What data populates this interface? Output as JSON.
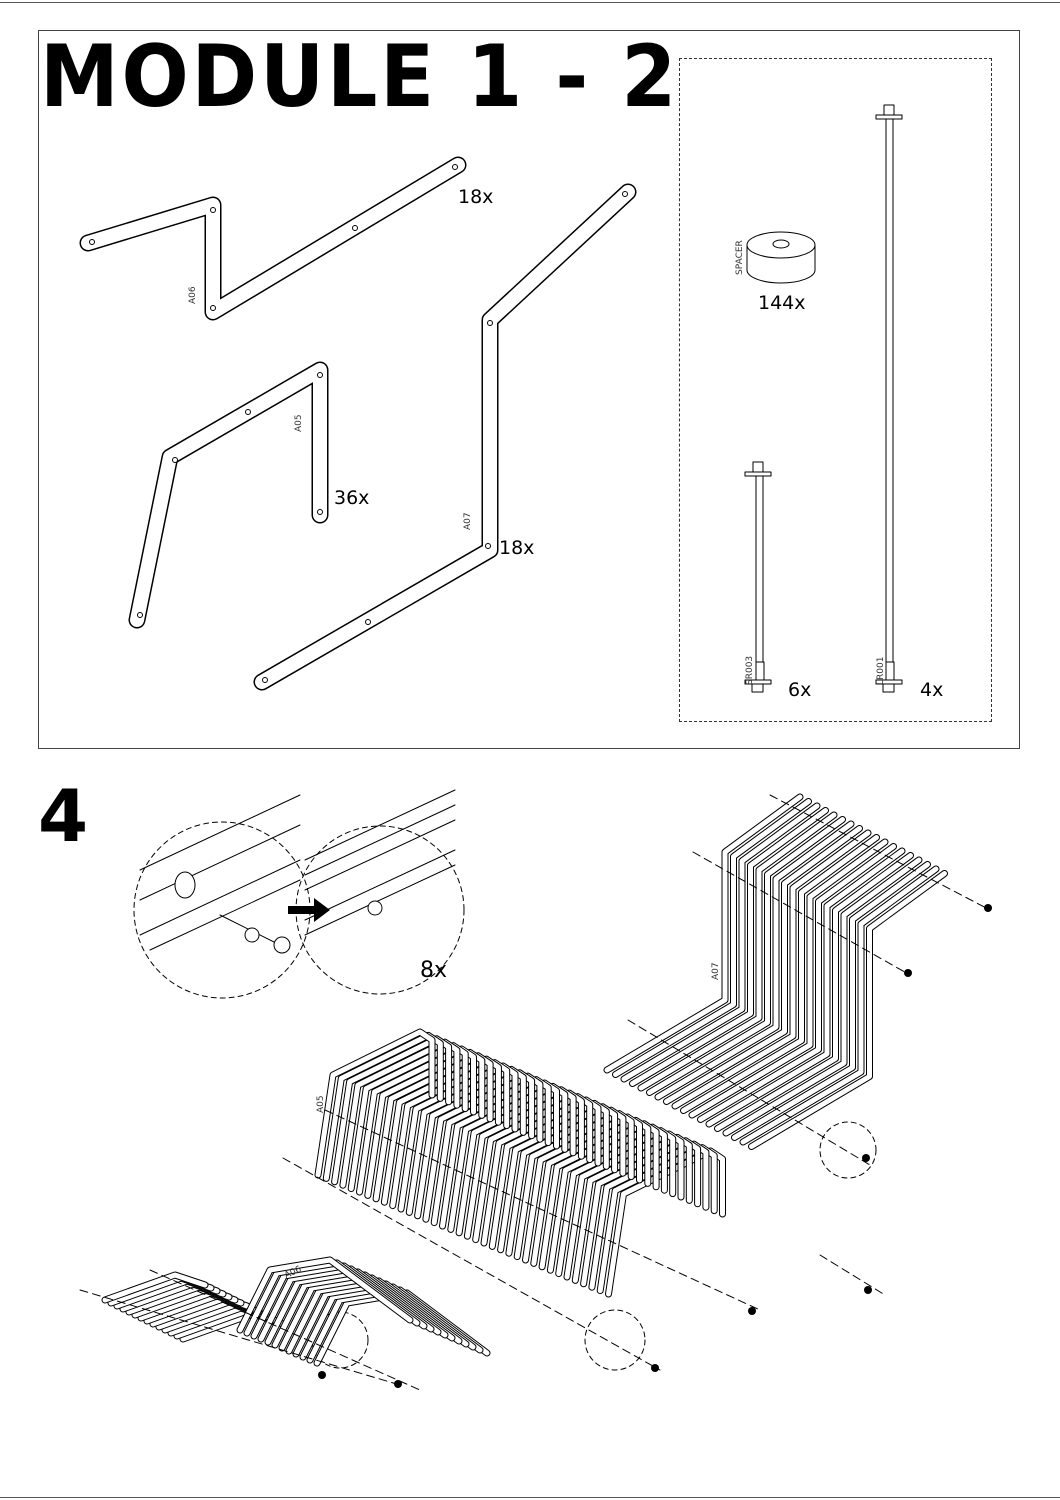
{
  "title": "MODULE 1 - 2",
  "parts": [
    {
      "code": "A06",
      "qty": "18x"
    },
    {
      "code": "A05",
      "qty": "36x"
    },
    {
      "code": "A07",
      "qty": "18x"
    }
  ],
  "hardware": [
    {
      "code": "SPACER",
      "qty": "144x"
    },
    {
      "code": "SR003",
      "qty": "6x"
    },
    {
      "code": "LR001",
      "qty": "4x"
    }
  ],
  "step": {
    "number": "4",
    "detail_qty": "8x",
    "labels": {
      "a07": "A07",
      "a05": "A05",
      "a06": "A06"
    }
  }
}
